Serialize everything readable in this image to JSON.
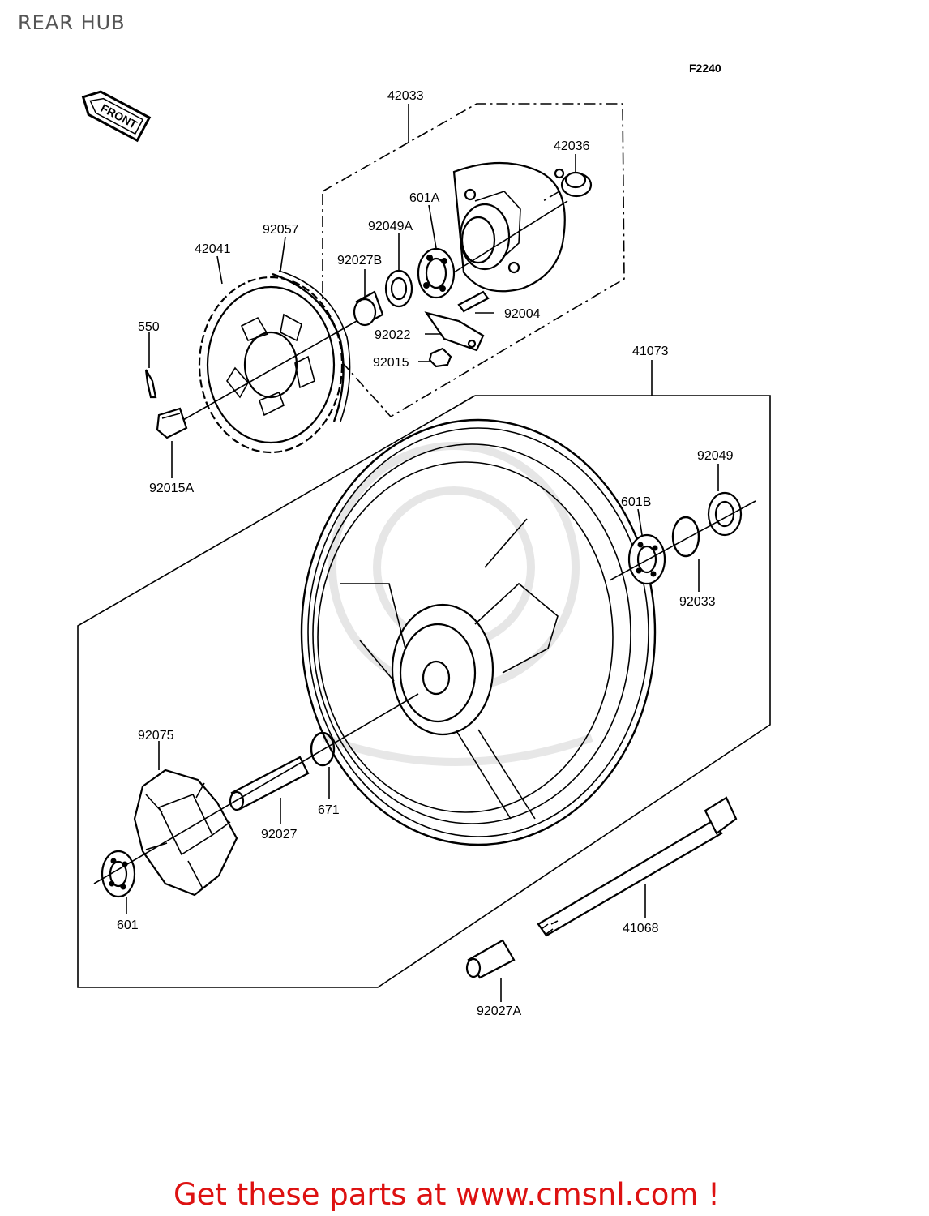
{
  "page": {
    "title": "REAR HUB",
    "figure_code": "F2240",
    "front_arrow": "FRONT",
    "footer": "Get these parts at www.cmsnl.com !"
  },
  "callouts": {
    "c42033": "42033",
    "c42036": "42036",
    "c601A": "601A",
    "c92049A": "92049A",
    "c92027B": "92027B",
    "c92057": "92057",
    "c42041": "42041",
    "c92004": "92004",
    "c92022": "92022",
    "c92015": "92015",
    "c550": "550",
    "c92015A": "92015A",
    "c41073": "41073",
    "c92049": "92049",
    "c601B": "601B",
    "c92033": "92033",
    "c92075": "92075",
    "c92027": "92027",
    "c671": "671",
    "c601": "601",
    "c41068": "41068",
    "c92027A": "92027A"
  },
  "colors": {
    "footer": "#dd1111",
    "title": "#555555",
    "lines": "#000000"
  }
}
